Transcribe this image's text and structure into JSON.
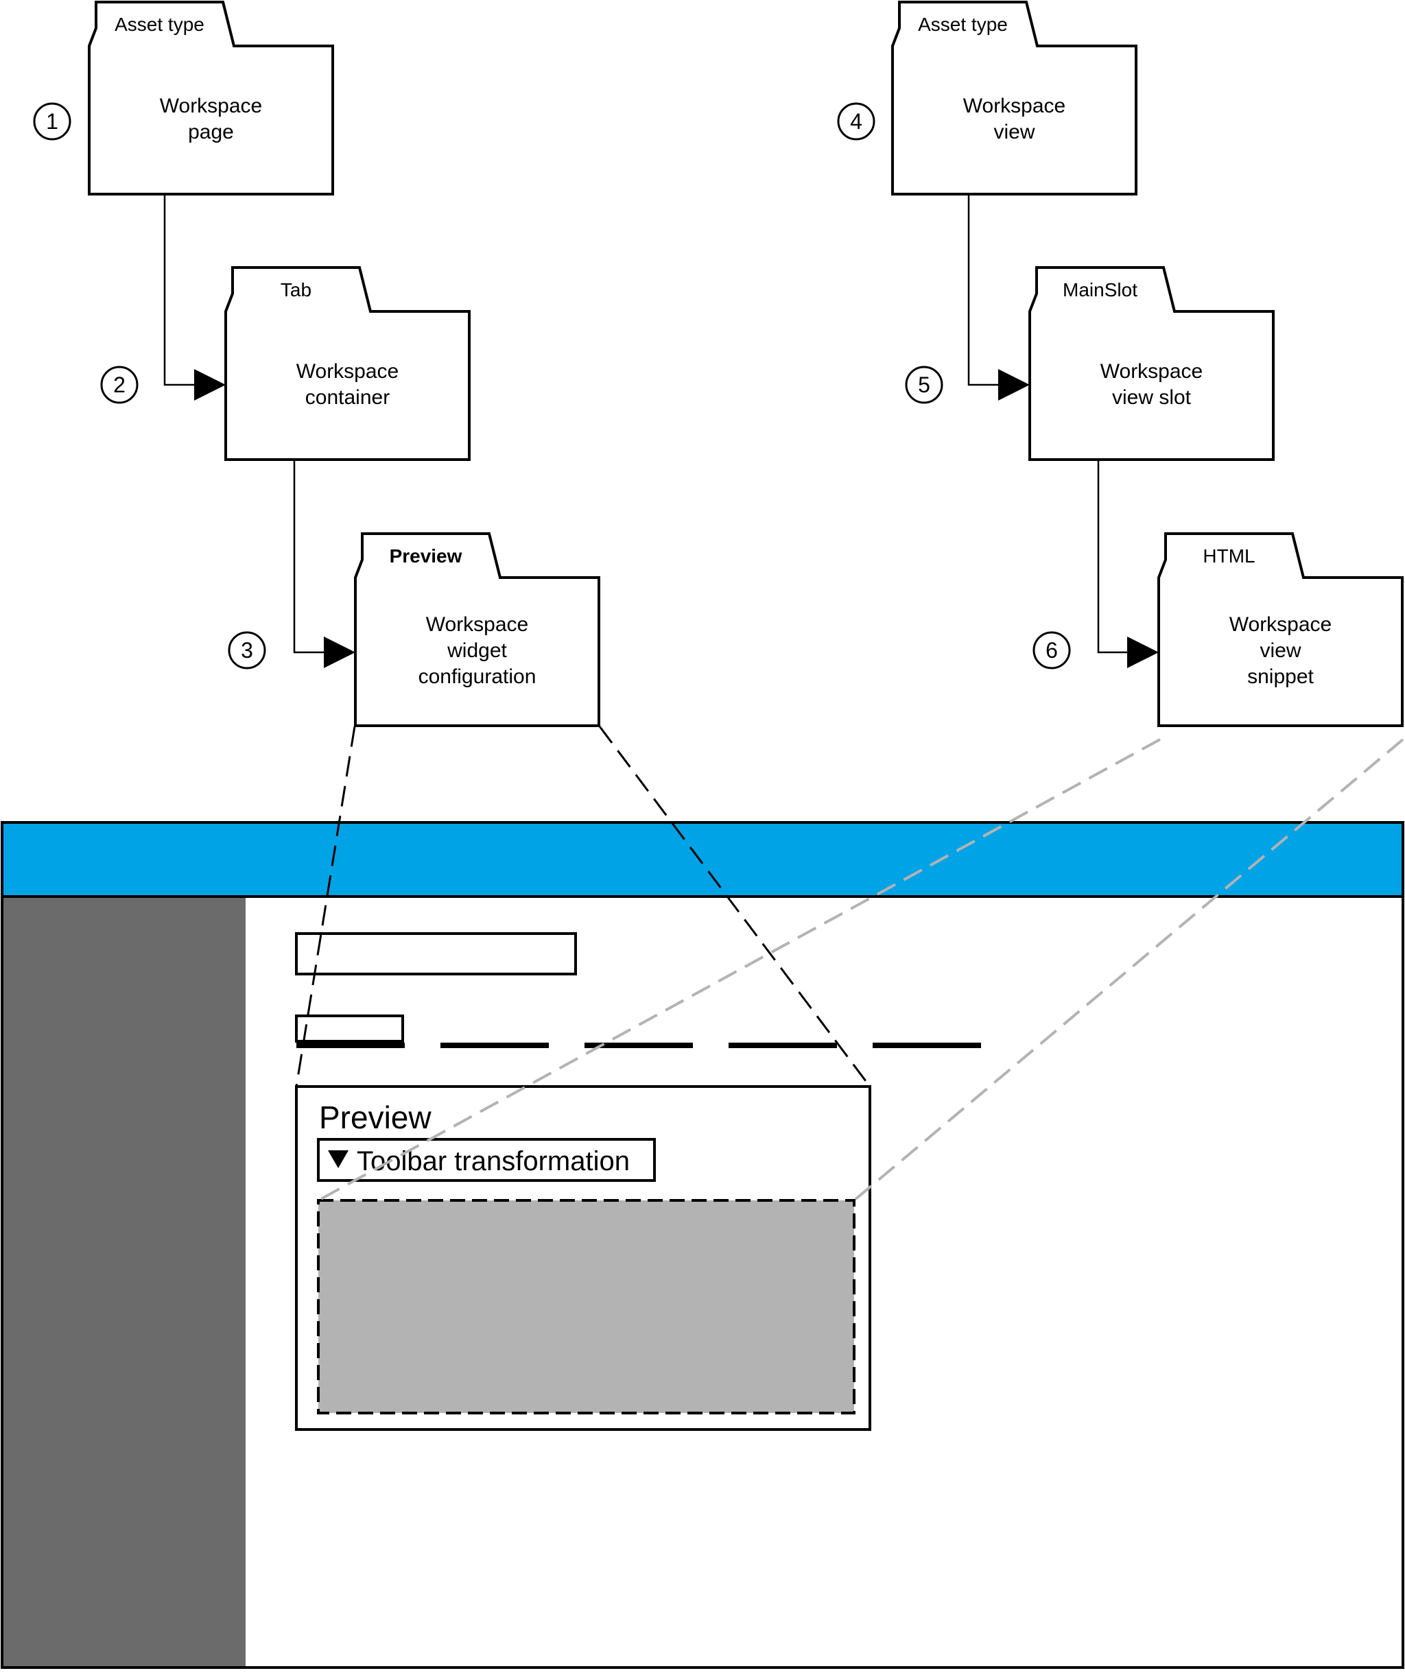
{
  "folders": [
    {
      "id": "workspace-page",
      "tab": "Asset type",
      "tab_bold": false,
      "body": [
        "Workspace",
        "page"
      ]
    },
    {
      "id": "workspace-container",
      "tab": "Tab",
      "tab_bold": false,
      "body": [
        "Workspace",
        "container"
      ]
    },
    {
      "id": "workspace-widget-configuration",
      "tab": "Preview",
      "tab_bold": true,
      "body": [
        "Workspace",
        "widget",
        "configuration"
      ]
    },
    {
      "id": "workspace-view",
      "tab": "Asset type",
      "tab_bold": false,
      "body": [
        "Workspace",
        "view"
      ]
    },
    {
      "id": "workspace-view-slot",
      "tab": "MainSlot",
      "tab_bold": false,
      "body": [
        "Workspace",
        "view slot"
      ]
    },
    {
      "id": "workspace-view-snippet",
      "tab": "HTML",
      "tab_bold": false,
      "body": [
        "Workspace",
        "view",
        "snippet"
      ]
    }
  ],
  "steps": [
    "1",
    "2",
    "3",
    "4",
    "5",
    "6"
  ],
  "mockup": {
    "header_color": "#00A3E6",
    "sidebar_color": "#6B6B6B",
    "preview_title": "Preview",
    "toolbar_label": "Toolbar transformation",
    "toolbar_icon": "triangle-down-icon",
    "content_fill": "#B3B3B3"
  }
}
